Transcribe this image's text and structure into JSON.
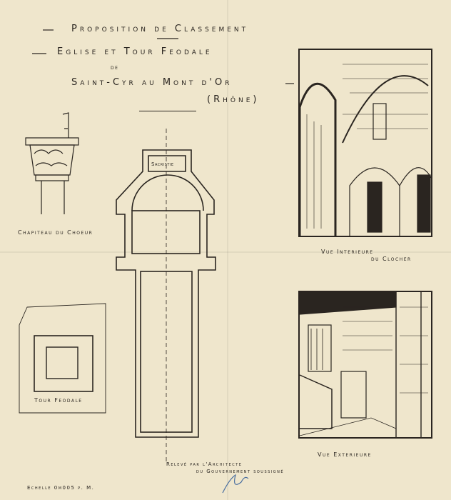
{
  "header": {
    "line1": "Proposition de Classement",
    "line2": "Eglise et Tour Feodale",
    "line3": "de",
    "line4": "Saint-Cyr au Mont d'Or",
    "line5": "(Rhône)"
  },
  "labels": {
    "capital": "Chapiteau du Choeur",
    "sacristy": "Sacristie",
    "tower": "Tour Feodale",
    "interior_view_1": "Vue Interieure",
    "interior_view_2": "du Clocher",
    "exterior_view": "Vue Exterieure"
  },
  "footer": {
    "surveyed_1": "Relevé par l'Architecte",
    "surveyed_2": "du Gouvernement soussigné",
    "scale": "Echelle 0m005 p. M.",
    "signature": "Chaine"
  }
}
